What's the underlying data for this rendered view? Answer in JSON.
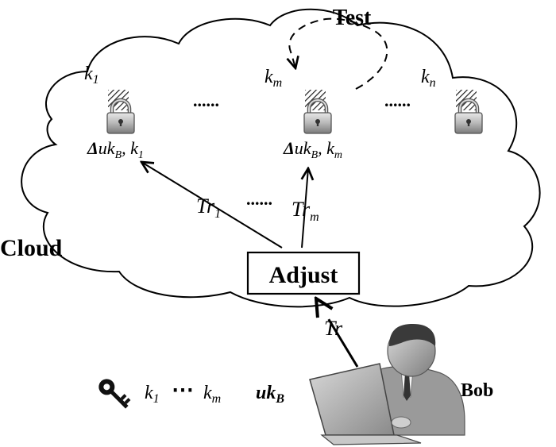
{
  "cloud_label": "Cloud",
  "test_label": "Test",
  "adjust_label": "Adjust",
  "user_name": "Bob",
  "tr_label": "Tr",
  "dots": "......",
  "small_dots": "⋯",
  "keys": [
    {
      "name": "k",
      "sub": "1"
    },
    {
      "name": "k",
      "sub": "m"
    },
    {
      "name": "k",
      "sub": "n"
    }
  ],
  "deltas": [
    {
      "delta": "Δ",
      "uk": "uk",
      "uk_sub": "B",
      "rest": ", k",
      "rest_sub": "1"
    },
    {
      "delta": "Δ",
      "uk": "uk",
      "uk_sub": "B",
      "rest": ", k",
      "rest_sub": "m"
    }
  ],
  "transforms": [
    {
      "name": "Tr",
      "sub": "1"
    },
    {
      "name": "Tr",
      "sub": "m"
    }
  ],
  "bob_keys": {
    "k1": "k",
    "k1_sub": "1",
    "km": "k",
    "km_sub": "m",
    "ukb": "uk",
    "ukb_sub": "B"
  },
  "icons": [
    "padlock-icon",
    "key-icon",
    "user-at-laptop-icon"
  ]
}
